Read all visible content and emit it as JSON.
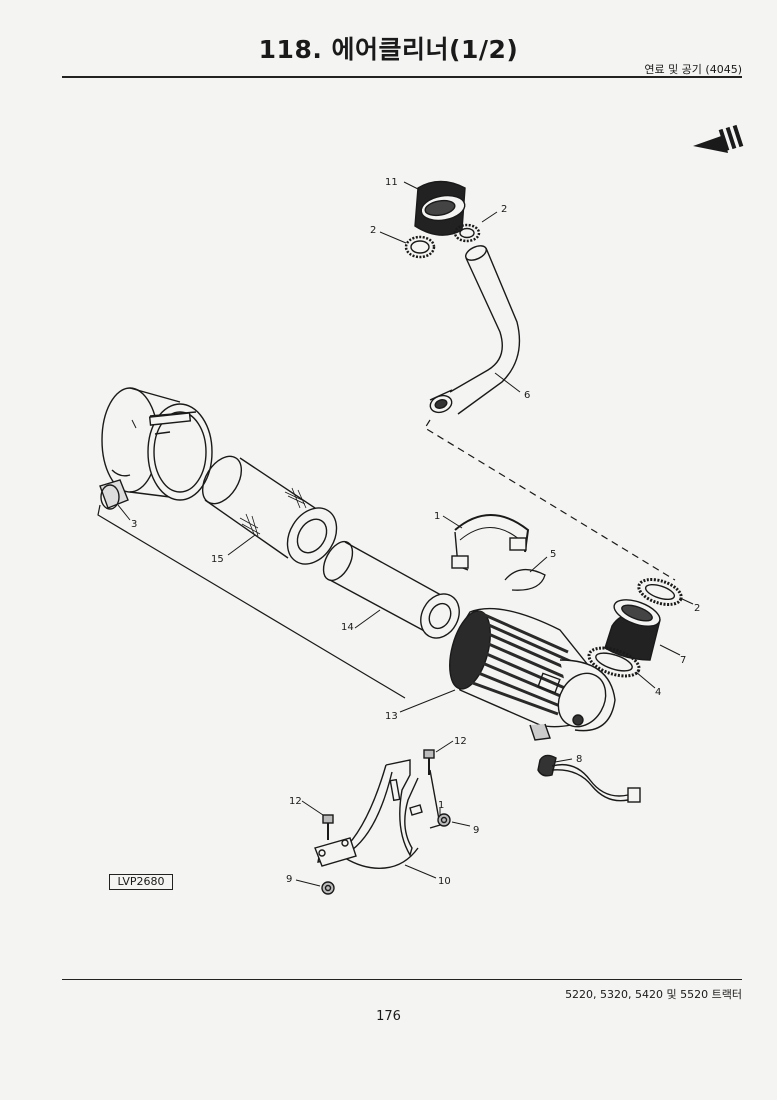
{
  "page": {
    "title": "118. 에어클리너(1/2)",
    "section": "연료 및 공기 (4045)",
    "figure_code": "LVP2680",
    "footer_models": "5220, 5320, 5420 및 5520 트랙터",
    "page_number": "176"
  },
  "callouts": [
    "11",
    "2",
    "2",
    "6",
    "3",
    "15",
    "1",
    "5",
    "14",
    "2",
    "7",
    "4",
    "13",
    "12",
    "8",
    "12",
    "1",
    "9",
    "10",
    "9"
  ]
}
